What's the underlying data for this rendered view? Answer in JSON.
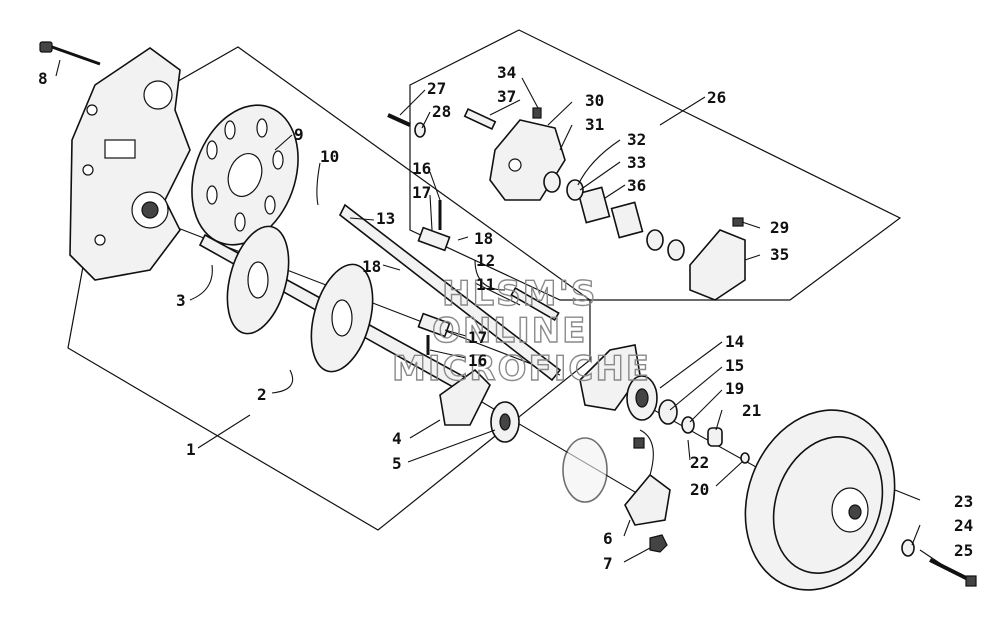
{
  "watermark": {
    "line1": "HLSM'S",
    "line2": "ONLINE",
    "line3": "MICROFICHE"
  },
  "callouts": [
    {
      "id": "c1",
      "text": "1"
    },
    {
      "id": "c2",
      "text": "2"
    },
    {
      "id": "c3",
      "text": "3"
    },
    {
      "id": "c4",
      "text": "4"
    },
    {
      "id": "c5",
      "text": "5"
    },
    {
      "id": "c6",
      "text": "6"
    },
    {
      "id": "c7",
      "text": "7"
    },
    {
      "id": "c8",
      "text": "8"
    },
    {
      "id": "c9",
      "text": "9"
    },
    {
      "id": "c10",
      "text": "10"
    },
    {
      "id": "c11",
      "text": "11"
    },
    {
      "id": "c12",
      "text": "12"
    },
    {
      "id": "c13",
      "text": "13"
    },
    {
      "id": "c14",
      "text": "14"
    },
    {
      "id": "c15",
      "text": "15"
    },
    {
      "id": "c16a",
      "text": "16"
    },
    {
      "id": "c16b",
      "text": "16"
    },
    {
      "id": "c17a",
      "text": "17"
    },
    {
      "id": "c17b",
      "text": "17"
    },
    {
      "id": "c18a",
      "text": "18"
    },
    {
      "id": "c18b",
      "text": "18"
    },
    {
      "id": "c19",
      "text": "19"
    },
    {
      "id": "c20",
      "text": "20"
    },
    {
      "id": "c21",
      "text": "21"
    },
    {
      "id": "c22",
      "text": "22"
    },
    {
      "id": "c23",
      "text": "23"
    },
    {
      "id": "c24",
      "text": "24"
    },
    {
      "id": "c25",
      "text": "25"
    },
    {
      "id": "c26",
      "text": "26"
    },
    {
      "id": "c27",
      "text": "27"
    },
    {
      "id": "c28",
      "text": "28"
    },
    {
      "id": "c29",
      "text": "29"
    },
    {
      "id": "c30",
      "text": "30"
    },
    {
      "id": "c31",
      "text": "31"
    },
    {
      "id": "c32",
      "text": "32"
    },
    {
      "id": "c33",
      "text": "33"
    },
    {
      "id": "c34",
      "text": "34"
    },
    {
      "id": "c35",
      "text": "35"
    },
    {
      "id": "c36",
      "text": "36"
    },
    {
      "id": "c37",
      "text": "37"
    }
  ]
}
